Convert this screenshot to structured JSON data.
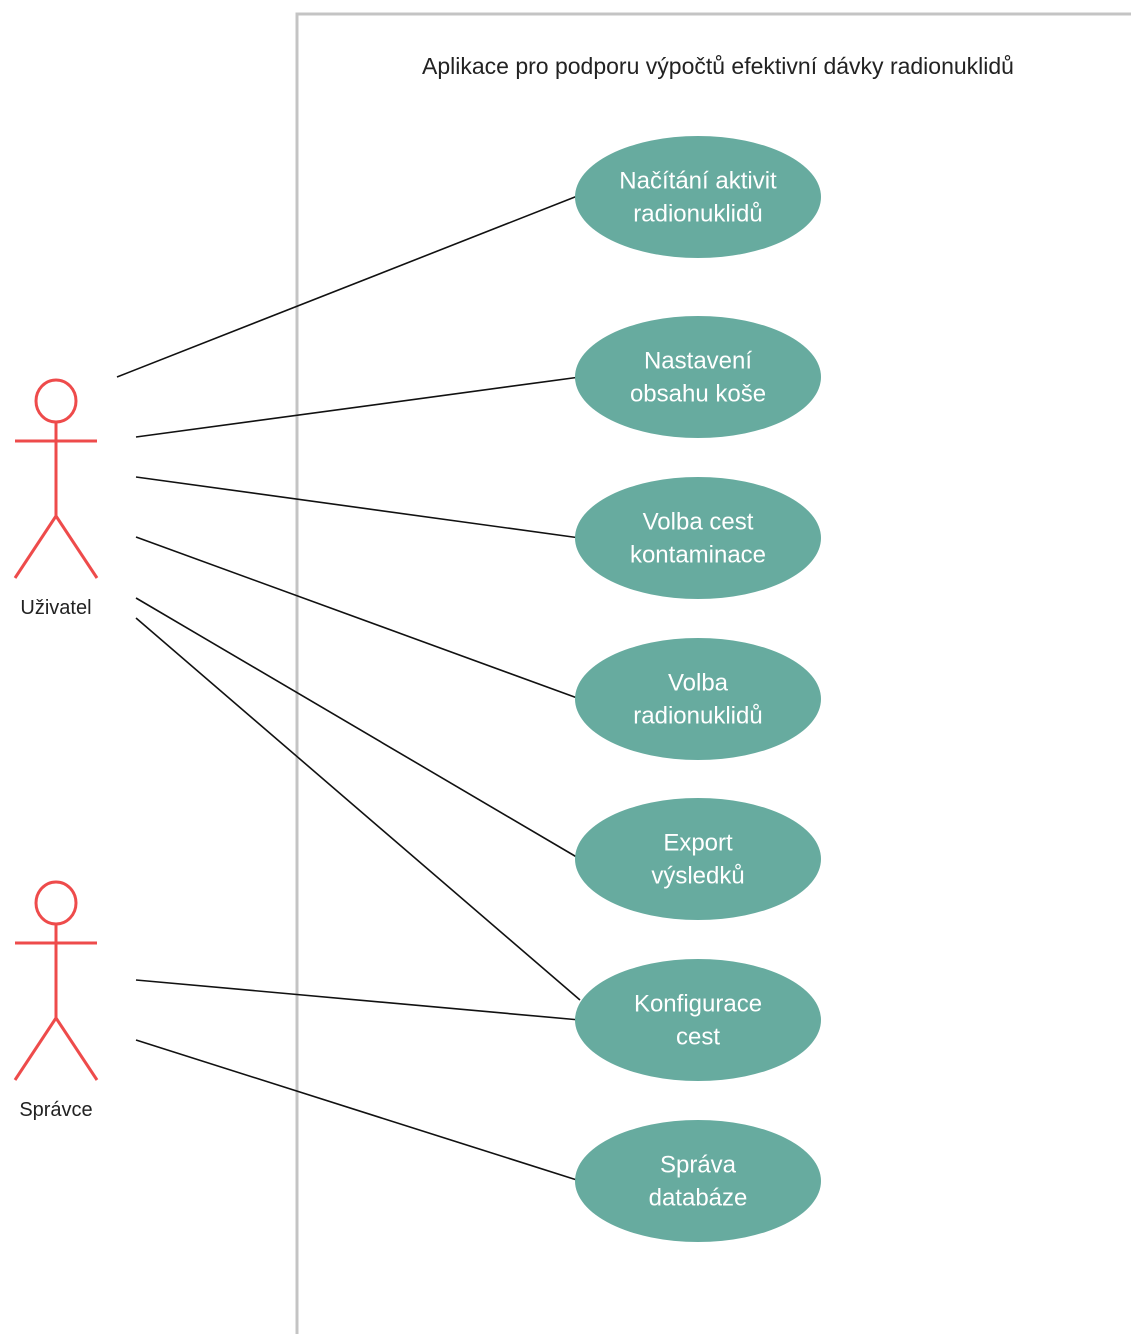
{
  "colors": {
    "actor": "#ee4b4b",
    "usecase_fill": "#67ab9f",
    "usecase_text": "#ffffff",
    "boundary": "#c4c4c4",
    "line": "#111111"
  },
  "system": {
    "title": "Aplikace pro podporu výpočtů efektivní dávky radionuklidů"
  },
  "actors": [
    {
      "id": "uzivatel",
      "label": "Uživatel"
    },
    {
      "id": "spravce",
      "label": "Správce"
    }
  ],
  "use_cases": [
    {
      "id": "nacitani",
      "lines": [
        "Načítání aktivit",
        "radionuklidů"
      ]
    },
    {
      "id": "nastaveni",
      "lines": [
        "Nastavení",
        "obsahu koše"
      ]
    },
    {
      "id": "volba-cest",
      "lines": [
        "Volba cest",
        "kontaminace"
      ]
    },
    {
      "id": "volba-radionuklidu",
      "lines": [
        "Volba",
        "radionuklidů"
      ]
    },
    {
      "id": "export",
      "lines": [
        "Export",
        "výsledků"
      ]
    },
    {
      "id": "konfigurace",
      "lines": [
        "Konfigurace",
        "cest"
      ]
    },
    {
      "id": "sprava",
      "lines": [
        "Správa",
        "databáze"
      ]
    }
  ],
  "associations": [
    {
      "actor": "uzivatel",
      "use_case": "nacitani"
    },
    {
      "actor": "uzivatel",
      "use_case": "nastaveni"
    },
    {
      "actor": "uzivatel",
      "use_case": "volba-cest"
    },
    {
      "actor": "uzivatel",
      "use_case": "volba-radionuklidu"
    },
    {
      "actor": "uzivatel",
      "use_case": "export"
    },
    {
      "actor": "uzivatel",
      "use_case": "konfigurace"
    },
    {
      "actor": "spravce",
      "use_case": "konfigurace"
    },
    {
      "actor": "spravce",
      "use_case": "sprava"
    }
  ]
}
